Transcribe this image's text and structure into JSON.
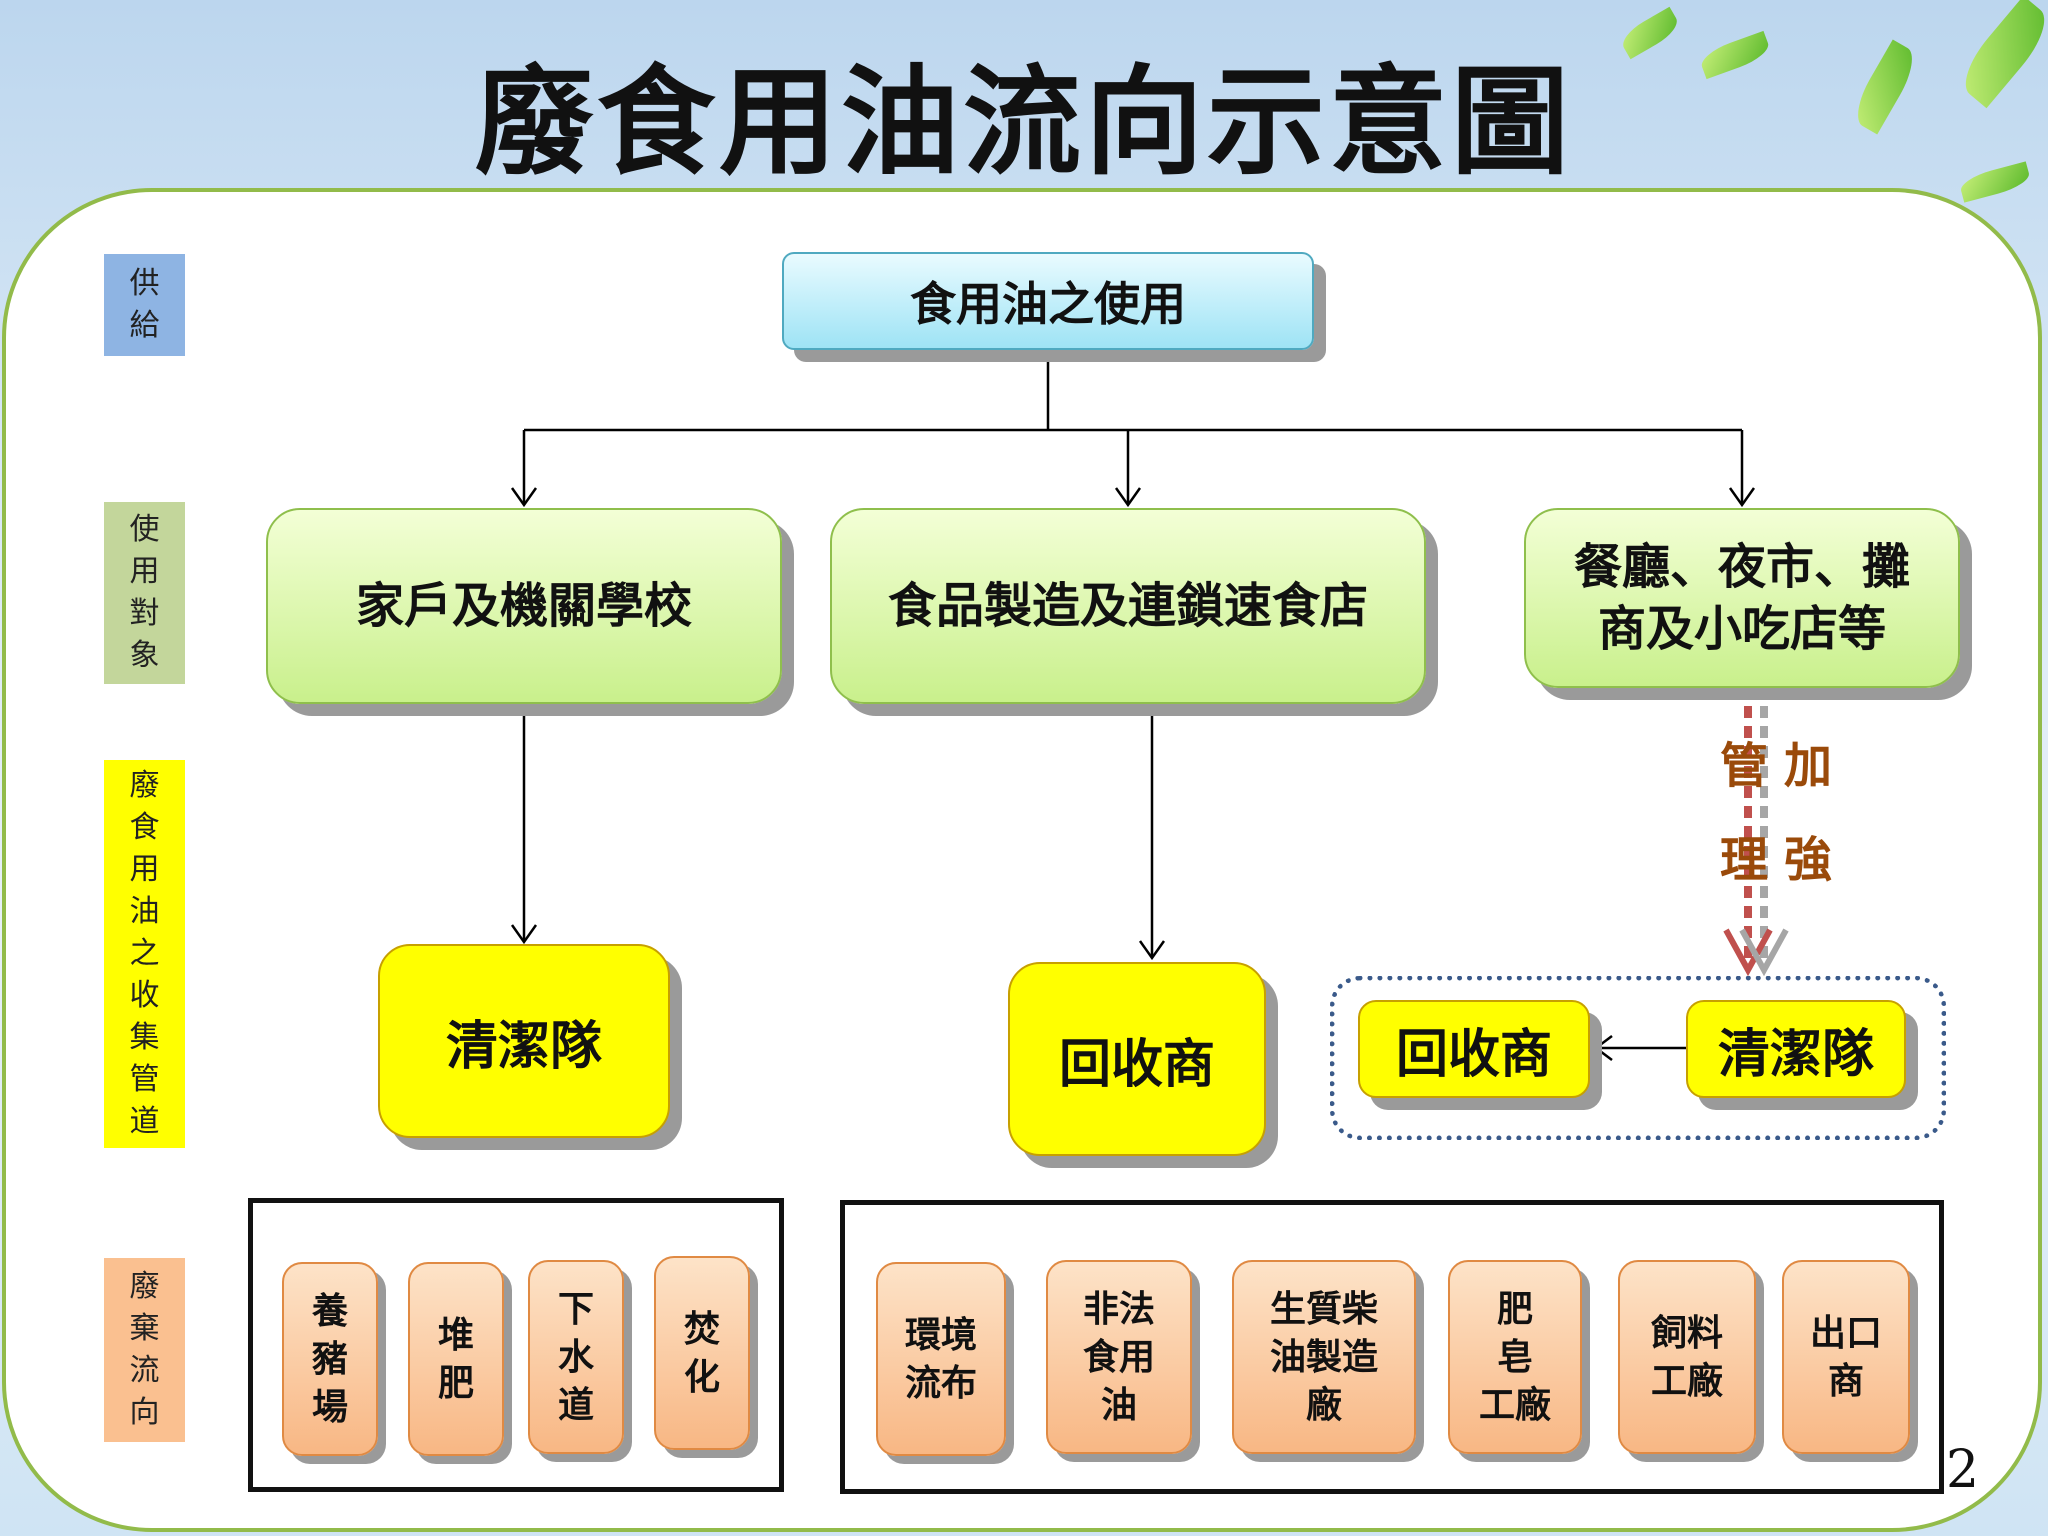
{
  "slide": {
    "title": "廢食用油流向示意圖",
    "page_number": "2"
  },
  "side_labels": {
    "supply": [
      "供",
      "給"
    ],
    "users": [
      "使",
      "用",
      "對",
      "象"
    ],
    "collection": [
      "廢",
      "食",
      "用",
      "油",
      "之",
      "收",
      "集",
      "管",
      "道"
    ],
    "destination": [
      "廢",
      "棄",
      "流",
      "向"
    ]
  },
  "nodes": {
    "top": "食用油之使用",
    "households": "家戶及機關學校",
    "food_industry": "食品製造及連鎖速食店",
    "restaurants_line1": "餐廳、夜市、攤",
    "restaurants_line2": "商及小吃店等",
    "cleaning_team_1": "清潔隊",
    "recycler_1": "回收商",
    "recycler_2": "回收商",
    "cleaning_team_2": "清潔隊"
  },
  "management_note": {
    "col1": [
      "管",
      "理"
    ],
    "col2": [
      "加",
      "強"
    ]
  },
  "destinations_left": [
    [
      "養",
      "豬",
      "場"
    ],
    [
      "堆",
      "肥"
    ],
    [
      "下",
      "水",
      "道"
    ],
    [
      "焚",
      "化"
    ]
  ],
  "destinations_right": [
    [
      "環境",
      "流布"
    ],
    [
      "非法",
      "食用",
      "油"
    ],
    [
      "生質柴",
      "油製造",
      "廠"
    ],
    [
      "肥",
      "皂",
      "工廠"
    ],
    [
      "飼料",
      "工廠"
    ],
    [
      "出口",
      "商"
    ]
  ],
  "colors": {
    "supply_label": "#8eb4e3",
    "users_label": "#c3d69b",
    "collection_label": "#ffff00",
    "destination_label": "#fac090",
    "panel_border": "#92bb4a",
    "management_arrow_red": "#c0504d",
    "management_arrow_gray": "#a6a6a6"
  }
}
